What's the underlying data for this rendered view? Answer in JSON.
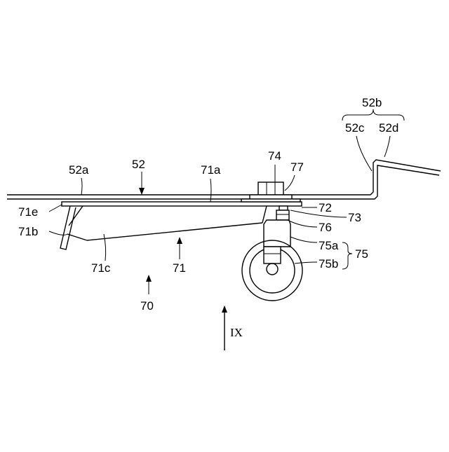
{
  "figure": {
    "view_label": "IX",
    "labels": {
      "l52b": "52b",
      "l52c": "52c",
      "l52d": "52d",
      "l52a": "52a",
      "l52": "52",
      "l71a": "71a",
      "l74": "74",
      "l77": "77",
      "l71e": "71e",
      "l72": "72",
      "l73": "73",
      "l71b": "71b",
      "l76": "76",
      "l75a": "75a",
      "l75": "75",
      "l75b": "75b",
      "l71c": "71c",
      "l71": "71",
      "l70": "70"
    }
  }
}
